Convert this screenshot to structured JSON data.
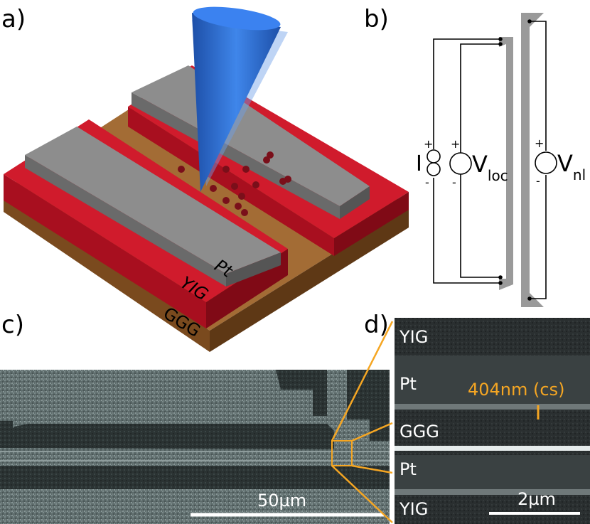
{
  "panels": {
    "a": {
      "label": "a)",
      "layers": {
        "top": "Pt",
        "middle": "YIG",
        "bottom": "GGG"
      }
    },
    "b": {
      "label": "b)",
      "source": "I",
      "local_voltage": {
        "main": "V",
        "sub": "loc"
      },
      "nonlocal_voltage": {
        "main": "V",
        "sub": "nl"
      },
      "plus": "+",
      "minus": "-"
    },
    "c": {
      "label": "c)",
      "scalebar": "50µm"
    },
    "d": {
      "label": "d)",
      "layers": [
        "YIG",
        "Pt",
        "GGG",
        "Pt",
        "YIG"
      ],
      "annotation": "404nm (cs)",
      "scalebar": "2µm"
    }
  },
  "colors": {
    "pt": "#8a8a8a",
    "yig": "#c8102e",
    "ggg": "#8b5a2b",
    "beam": "#2f6fd6",
    "highlight": "#f5a623"
  }
}
